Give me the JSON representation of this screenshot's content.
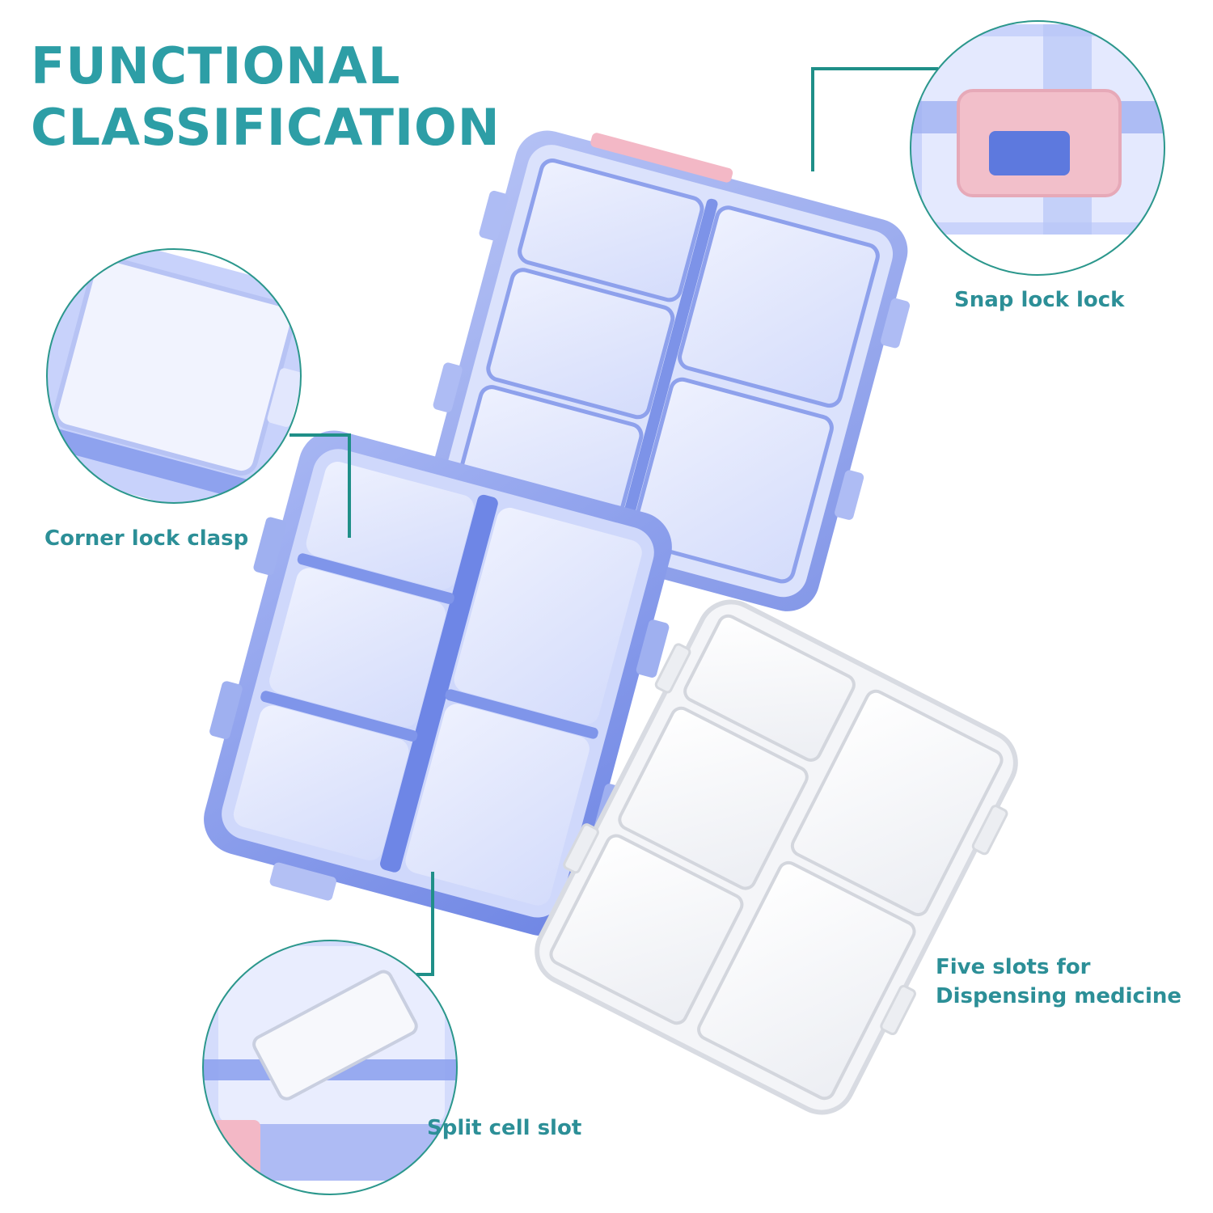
{
  "title": {
    "line1": "FUNCTIONAL",
    "line2": "CLASSIFICATION"
  },
  "callouts": {
    "snap_lock": "Snap lock lock",
    "corner_clasp": "Corner lock clasp",
    "split_cell": "Split cell slot",
    "five_slots_line1": "Five slots for",
    "five_slots_line2": "Dispensing medicine"
  },
  "colors": {
    "accent": "#2d9ea6",
    "leader_line": "#1f8f88",
    "case_blue": "#7f97ea",
    "case_pink": "#f3b8c6",
    "lid_clear": "#f2f3f6"
  }
}
